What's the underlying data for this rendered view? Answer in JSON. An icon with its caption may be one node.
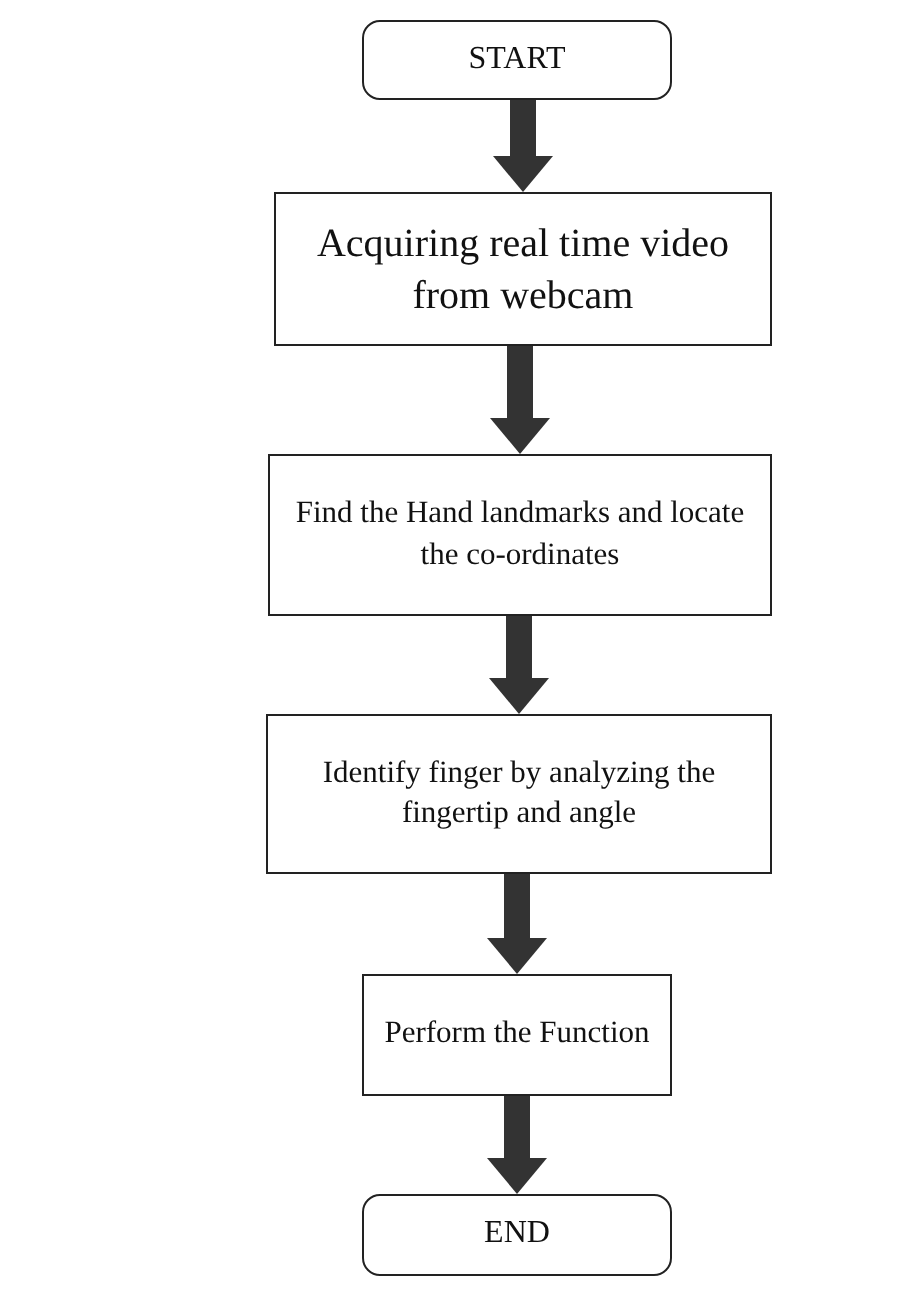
{
  "diagram": {
    "nodes": [
      {
        "text": [
          "START"
        ]
      },
      {
        "text": [
          "Acquiring real time video from webcam"
        ]
      },
      {
        "text": [
          "Find the Hand landmarks and locate the co-ordinates"
        ]
      },
      {
        "text": [
          "Identify finger by analyzing the fingertip and angle"
        ]
      },
      {
        "text": [
          "Perform the Function"
        ]
      },
      {
        "text": [
          "END"
        ]
      }
    ],
    "edges": [
      {
        "from": 0,
        "to": 1,
        "arrow": "to"
      },
      {
        "from": 1,
        "to": 2,
        "arrow": "to"
      },
      {
        "from": 2,
        "to": 3,
        "arrow": "to"
      },
      {
        "from": 3,
        "to": 4,
        "arrow": "to"
      },
      {
        "from": 4,
        "to": 5,
        "arrow": "to"
      }
    ]
  }
}
